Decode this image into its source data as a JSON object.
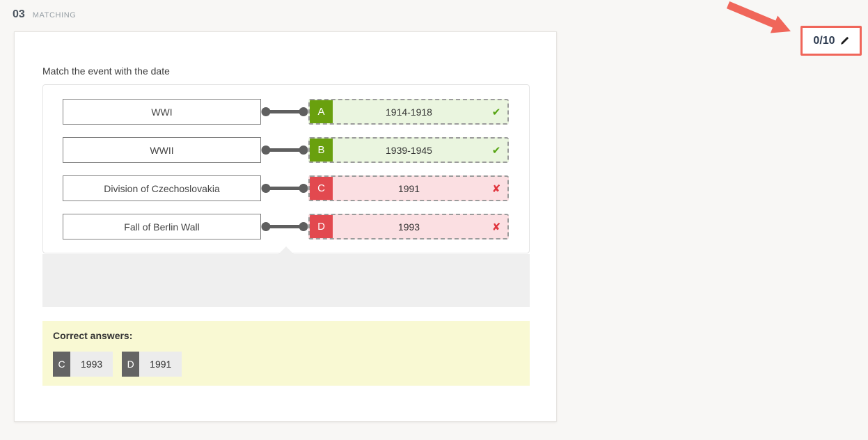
{
  "header": {
    "number": "03",
    "type_label": "MATCHING"
  },
  "score_badge": {
    "value": "0/10"
  },
  "card": {
    "prompt": "Match the event with the date",
    "pairs": [
      {
        "event": "WWI",
        "letter": "A",
        "answer": "1914-1918",
        "correct": true
      },
      {
        "event": "WWII",
        "letter": "B",
        "answer": "1939-1945",
        "correct": true
      },
      {
        "event": "Division of Czechoslovakia",
        "letter": "C",
        "answer": "1991",
        "correct": false
      },
      {
        "event": "Fall of Berlin Wall",
        "letter": "D",
        "answer": "1993",
        "correct": false
      }
    ],
    "correct_answers": {
      "label": "Correct answers:",
      "items": [
        {
          "letter": "C",
          "answer": "1993"
        },
        {
          "letter": "D",
          "answer": "1991"
        }
      ]
    }
  },
  "icons": {
    "check": "✔",
    "cross": "✘",
    "pencil": "pencil-icon"
  },
  "colors": {
    "accent_red": "#f0665a",
    "correct_green": "#69a00e",
    "correct_bg": "#eaf5df",
    "incorrect_red": "#e2494f",
    "incorrect_bg": "#fbdfe2",
    "choices_area_gray": "#efefef",
    "answers_bg_yellow": "#f9f9d3",
    "score_text": "#2d3b50"
  }
}
